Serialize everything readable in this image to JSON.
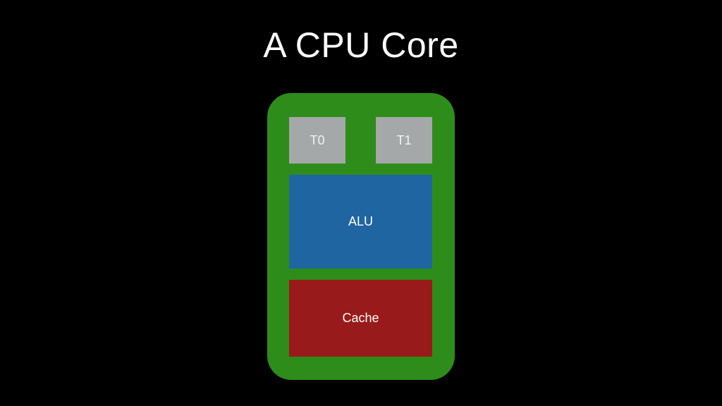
{
  "slide": {
    "title": "A CPU Core"
  },
  "diagram": {
    "core_color": "#2e8c1b",
    "threads": [
      {
        "label": "T0",
        "color": "#a5a8a8"
      },
      {
        "label": "T1",
        "color": "#a5a8a8"
      }
    ],
    "alu": {
      "label": "ALU",
      "color": "#1f65a2"
    },
    "cache": {
      "label": "Cache",
      "color": "#991a1a"
    }
  }
}
